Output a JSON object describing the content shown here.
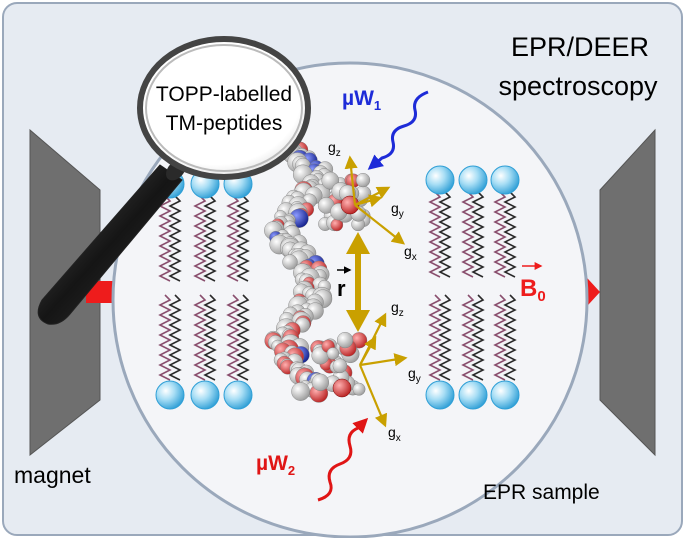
{
  "title": {
    "line1": "EPR/DEER",
    "line2": "spectroscopy"
  },
  "magnifier": {
    "line1": "TOPP-labelled",
    "line2": "TM-peptides"
  },
  "labels": {
    "magnet": "magnet",
    "sample": "EPR sample",
    "b0_main": "B",
    "b0_sub": "0",
    "mw1_main": "µW",
    "mw1_sub": "1",
    "mw2_main": "µW",
    "mw2_sub": "2",
    "distance": "r",
    "top_frame": {
      "gz_main": "g",
      "gz_sub": "z",
      "gy_main": "g",
      "gy_sub": "y",
      "gx_main": "g",
      "gx_sub": "x"
    },
    "bottom_frame": {
      "gz_main": "g",
      "gz_sub": "z",
      "gy_main": "g",
      "gy_sub": "y",
      "gx_main": "g",
      "gx_sub": "x"
    }
  },
  "colors": {
    "background": "#e6ebf2",
    "frame": "#9aa8bb",
    "circle_fill": "#f4f5f8",
    "magnet": "#6f6f6f",
    "field_arrow": "#ee1c1c",
    "mw1": "#1d2bd8",
    "mw2": "#e01515",
    "axis": "#c9a000",
    "lipid_head": "#4fb7e6",
    "lipid_tail": "#8a4f6e",
    "carbon": "#d9d9d9",
    "oxygen": "#d94040",
    "nitrogen": "#2032b8"
  }
}
